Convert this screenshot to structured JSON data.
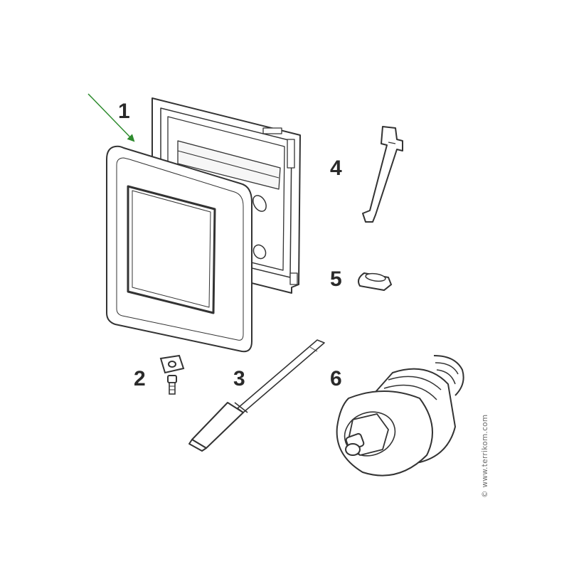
{
  "diagram": {
    "parts": [
      {
        "number": "1",
        "name": "cover-plate-frame"
      },
      {
        "number": "2",
        "name": "nut-and-screw"
      },
      {
        "number": "3",
        "name": "actuator-rod"
      },
      {
        "number": "4",
        "name": "spring-clip"
      },
      {
        "number": "5",
        "name": "sleeve"
      },
      {
        "number": "6",
        "name": "valve-cartridge"
      }
    ],
    "arrow_color": "#2e8b2e",
    "line_color": "#333333"
  },
  "watermark": "© www.terrikom.com"
}
